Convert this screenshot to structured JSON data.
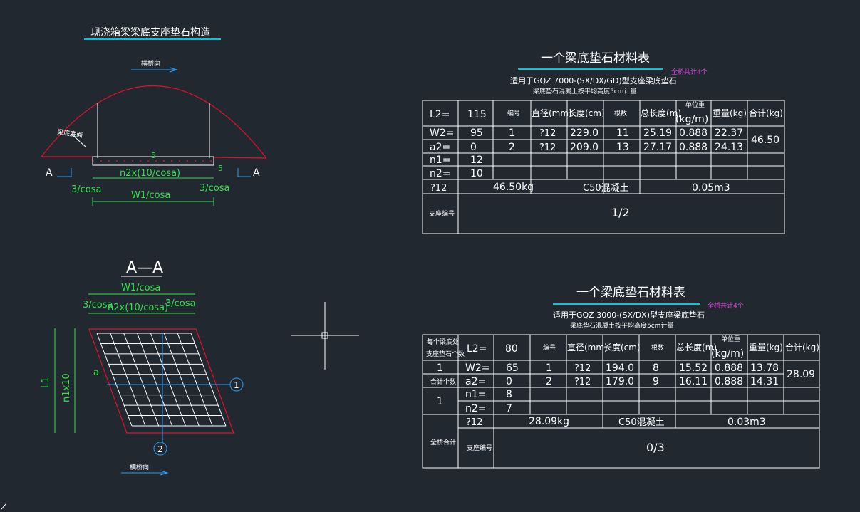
{
  "left_drawing": {
    "title": "现浇箱梁梁底支座垫石构造",
    "direction_label_top": "横桥向",
    "beam_bottom_label": "梁底底面",
    "dim_top": "5",
    "dim_right": "5",
    "section_mark_left": "A",
    "section_mark_right": "A",
    "dim_spacing": "n2x(10/cosa)",
    "dim_left_edge": "3/cosa",
    "dim_right_edge": "3/cosa",
    "dim_width": "W1/cosa"
  },
  "section_view": {
    "title": "A—A",
    "dim_width": "W1/cosa",
    "dim_left_edge": "3/cosa",
    "dim_spacing": "n2x(10/cosa)",
    "dim_right_edge": "3/cosa",
    "dim_height": "L1",
    "dim_rows": "n1x10",
    "angle_label": "a",
    "marker_1": "1",
    "marker_2": "2",
    "direction_label_bottom": "横桥向"
  },
  "table1": {
    "title": "一个梁底垫石材料表",
    "note": "全桥共计4个",
    "subtitle1": "适用于GQZ 7000-(SX/DX/GD)型支座梁底垫石",
    "subtitle2": "梁底垫石混凝土按平均高度5cm计量",
    "header": {
      "param": "L2=",
      "value": "115",
      "num": "编号",
      "dia": "直径(mm)",
      "len": "长度(cm)",
      "count": "根数",
      "total_len": "总长度(m)",
      "unit_weight": "单位重",
      "unit_weight2": "(kg/m)",
      "weight": "重量(kg)",
      "sum": "合计(kg)"
    },
    "rows": [
      {
        "param": "W2=",
        "value": "95",
        "num": "1",
        "dia": "?12",
        "len": "229.0",
        "count": "11",
        "total_len": "25.19",
        "unit_weight": "0.888",
        "weight": "22.37"
      },
      {
        "param": "a2=",
        "value": "0",
        "num": "2",
        "dia": "?12",
        "len": "209.0",
        "count": "13",
        "total_len": "27.17",
        "unit_weight": "0.888",
        "weight": "24.13"
      },
      {
        "param": "n1=",
        "value": "12"
      },
      {
        "param": "n2=",
        "value": "10"
      }
    ],
    "sum_value": "46.50",
    "rebar_label": "?12",
    "rebar_total": "46.50kg",
    "concrete_label": "C50混凝土",
    "concrete_total": "0.05m3",
    "bearing_label": "支座编号",
    "bearing_value": "1/2"
  },
  "table2": {
    "title": "一个梁底垫石材料表",
    "note": "全桥共计4个",
    "subtitle1": "适用于GQZ 3000-(SX/DX)型支座梁底垫石",
    "subtitle2": "梁底垫石混凝土按平均高度5cm计量",
    "side_header1": "每个梁底处",
    "side_header2": "支座垫石个数",
    "side_header_value": "1",
    "side_total_label": "合计个数",
    "side_total_value": "1",
    "all_bridge_label": "全桥合计",
    "header": {
      "param": "L2=",
      "value": "80",
      "num": "编号",
      "dia": "直径(mm)",
      "len": "长度(cm)",
      "count": "根数",
      "total_len": "总长度(m)",
      "unit_weight": "单位重",
      "unit_weight2": "(kg/m)",
      "weight": "重量(kg)",
      "sum": "合计(kg)"
    },
    "rows": [
      {
        "param": "W2=",
        "value": "65",
        "num": "1",
        "dia": "?12",
        "len": "194.0",
        "count": "8",
        "total_len": "15.52",
        "unit_weight": "0.888",
        "weight": "13.78"
      },
      {
        "param": "a2=",
        "value": "0",
        "num": "2",
        "dia": "?12",
        "len": "179.0",
        "count": "9",
        "total_len": "16.11",
        "unit_weight": "0.888",
        "weight": "14.31"
      },
      {
        "param": "n1=",
        "value": "8"
      },
      {
        "param": "n2=",
        "value": "7"
      }
    ],
    "sum_value": "28.09",
    "rebar_label": "?12",
    "rebar_total": "28.09kg",
    "concrete_label": "C50混凝土",
    "concrete_total": "0.03m3",
    "bearing_label": "支座编号",
    "bearing_value": "0/3"
  },
  "colors": {
    "background": "#212830",
    "line": "#ffffff",
    "dimension": "#33e14a",
    "outline": "#e0102a",
    "title_underline": "#00c8d8",
    "note": "#e040e0"
  }
}
